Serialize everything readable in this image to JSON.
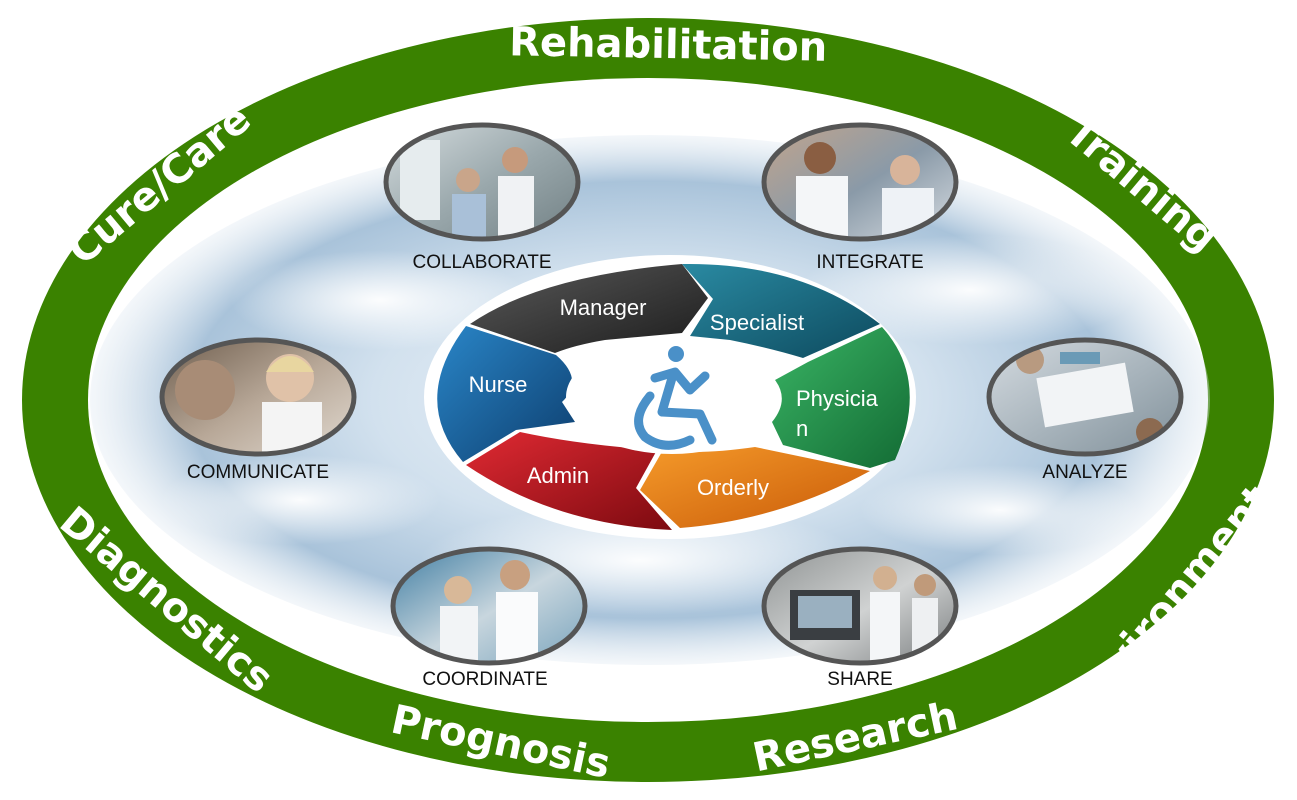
{
  "outer_ring": {
    "color": "#3a8200",
    "labels": {
      "top": "Rehabilitation",
      "top_right": "Training",
      "right": "Environment",
      "bottom_right": "Research",
      "bottom_left": "Prognosis",
      "left": "Diagnostics",
      "top_left": "Cure/Care"
    }
  },
  "photos": {
    "collaborate": {
      "caption": "COLLABORATE",
      "image": "nurse-and-doctor-in-ward"
    },
    "integrate": {
      "caption": "INTEGRATE",
      "image": "two-doctors-conversing"
    },
    "communicate": {
      "caption": "COMMUNICATE",
      "image": "doctor-talking-with-patient"
    },
    "analyze": {
      "caption": "ANALYZE",
      "image": "team-reviewing-documents"
    },
    "coordinate": {
      "caption": "COORDINATE",
      "image": "staff-reviewing-chart-in-lab"
    },
    "share": {
      "caption": "SHARE",
      "image": "lab-staff-with-equipment"
    }
  },
  "cycle": {
    "center_icon": "wheelchair-accessibility-icon",
    "icon_color": "#4a90c8",
    "segments": [
      {
        "label": "Manager",
        "color": "#3a3a3a"
      },
      {
        "label": "Specialist",
        "color": "#1b6a82"
      },
      {
        "label": "Physicia",
        "label_2": "n",
        "color": "#23924a"
      },
      {
        "label": "Orderly",
        "color": "#e07a10"
      },
      {
        "label": "Admin",
        "color": "#c0151f"
      },
      {
        "label": "Nurse",
        "color": "#1a66a8"
      }
    ]
  }
}
